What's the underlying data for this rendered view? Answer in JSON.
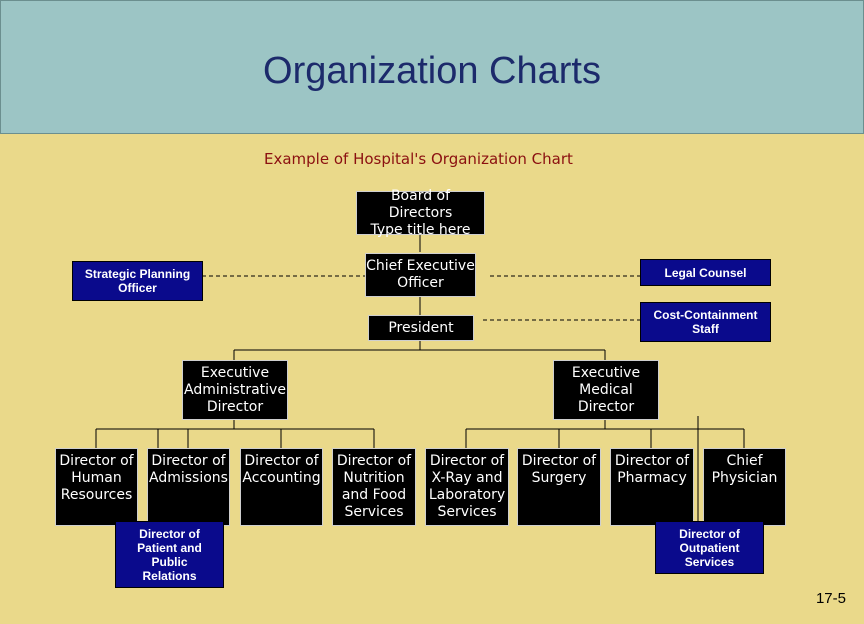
{
  "slide": {
    "title": "Organization Charts",
    "subtitle": "Example of Hospital's Organization Chart",
    "page_number": "17-5"
  },
  "chart": {
    "board": "Board of Directors\nType title here",
    "ceo": "Chief Executive\nOfficer",
    "president": "President",
    "exec_admin": "Executive\nAdministrative\nDirector",
    "exec_medical": "Executive\nMedical\nDirector",
    "hr": "Director of\nHuman\nResources",
    "admissions": "Director of\nAdmissions",
    "accounting": "Director of\nAccounting",
    "nutrition": "Director of\nNutrition\nand Food\nServices",
    "xray": "Director of\nX-Ray and\nLaboratory\nServices",
    "surgery": "Director of\nSurgery",
    "pharmacy": "Director of\nPharmacy",
    "physician": "Chief\nPhysician",
    "strategic": "Strategic Planning\nOfficer",
    "legal": "Legal  Counsel",
    "cost": "Cost-Containment\nStaff",
    "patient": "Director of\nPatient and\nPublic\nRelations",
    "outpatient": "Director of\nOutpatient\nServices"
  },
  "colors": {
    "background": "#ead98a",
    "header": "#9cc5c5",
    "title": "#1c2a6b",
    "subtitle": "#8b1010",
    "staff_box": "#0a0a8c",
    "line_box": "#000000"
  }
}
